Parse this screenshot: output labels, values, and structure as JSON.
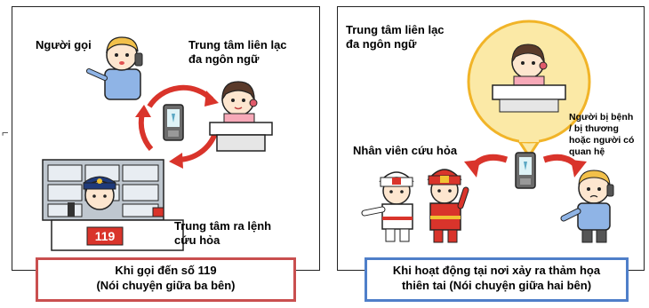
{
  "left_panel": {
    "caller_label": "Người gọi",
    "multilingual_center_label": "Trung tâm liên lạc\nđa ngôn ngữ",
    "dispatch_center_label": "Trung tâm ra lệnh\ncứu hỏa",
    "console_number": "119",
    "caption_line1": "Khi gọi đến số 119",
    "caption_line2": "(Nói chuyện giữa ba bên)",
    "caption_color": "#c94f4f"
  },
  "right_panel": {
    "multilingual_center_label": "Trung tâm liên lạc\nđa ngôn ngữ",
    "firefighter_label": "Nhân viên cứu hỏa",
    "patient_label": "Người bị bệnh\n/ bị thương\nhoặc người có\nquan hệ",
    "caption_line1": "Khi hoạt động tại nơi xảy ra thảm họa",
    "caption_line2": "thiên tai (Nói chuyện giữa hai bên)",
    "caption_color": "#4f7fc9"
  },
  "side_mark": "⌐",
  "colors": {
    "arrow_red": "#d9342b",
    "bubble_yellow": "#fbe9a6",
    "bubble_border": "#f1b428"
  }
}
